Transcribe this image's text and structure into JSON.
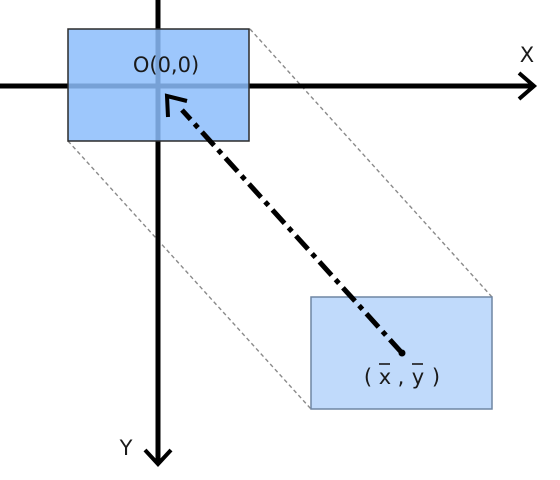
{
  "labels": {
    "origin": "O(0,0)",
    "x_axis": "X",
    "y_axis": "Y",
    "x_bar": "x",
    "y_bar": "y",
    "paren_open": "(",
    "comma": ",",
    "paren_close": ")"
  },
  "colors": {
    "axis": "#000000",
    "origin_box_fill": "#8cbdfb",
    "origin_box_stroke": "#2b2b2b",
    "centroid_box_fill": "#c0dafb",
    "centroid_box_stroke": "#6f86a3",
    "connector": "#8a8a8a",
    "arrow": "#000000"
  }
}
